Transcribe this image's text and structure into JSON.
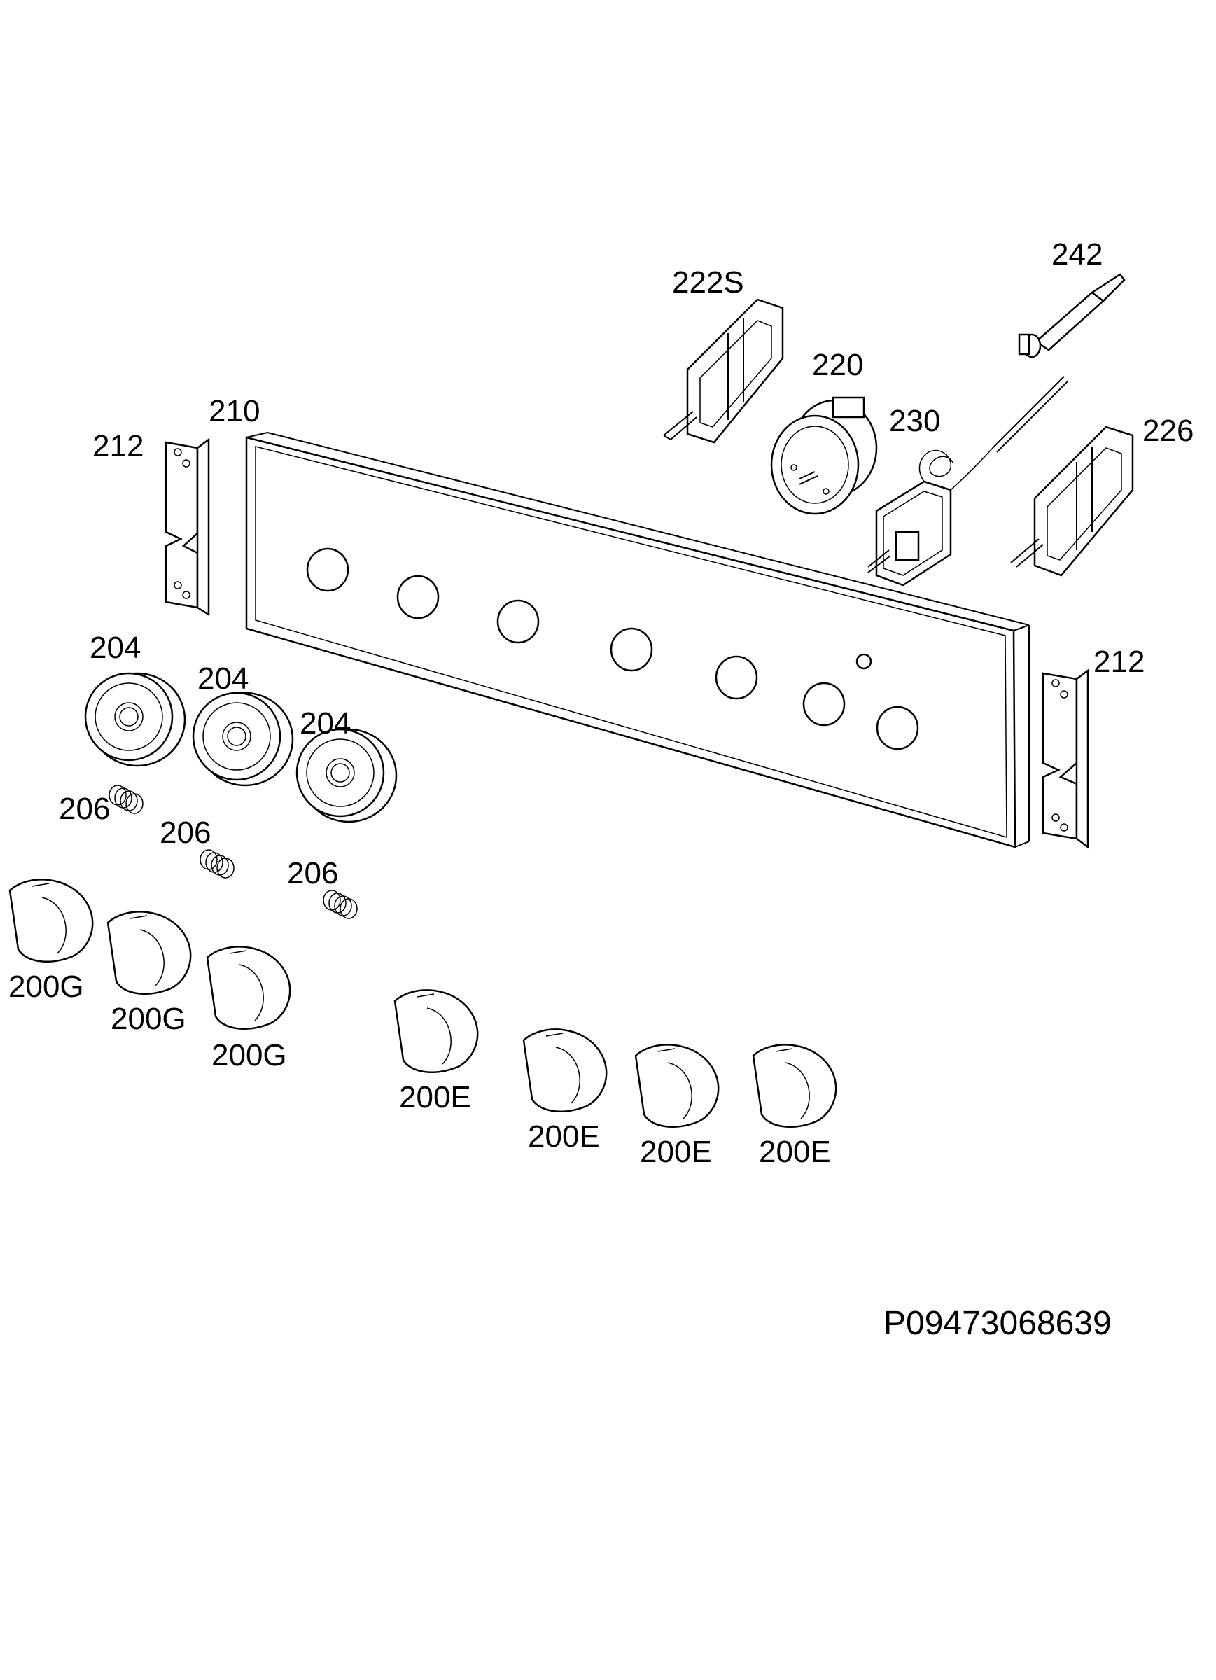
{
  "diagram": {
    "labels": {
      "l242": "242",
      "l222s": "222S",
      "l220": "220",
      "l230": "230",
      "l226": "226",
      "l210": "210",
      "l212_left": "212",
      "l212_right": "212",
      "l204_a": "204",
      "l204_b": "204",
      "l204_c": "204",
      "l206_a": "206",
      "l206_b": "206",
      "l206_c": "206",
      "l200g_a": "200G",
      "l200g_b": "200G",
      "l200g_c": "200G",
      "l200e_a": "200E",
      "l200e_b": "200E",
      "l200e_c": "200E",
      "l200e_d": "200E"
    },
    "document_code": "P09473068639"
  }
}
